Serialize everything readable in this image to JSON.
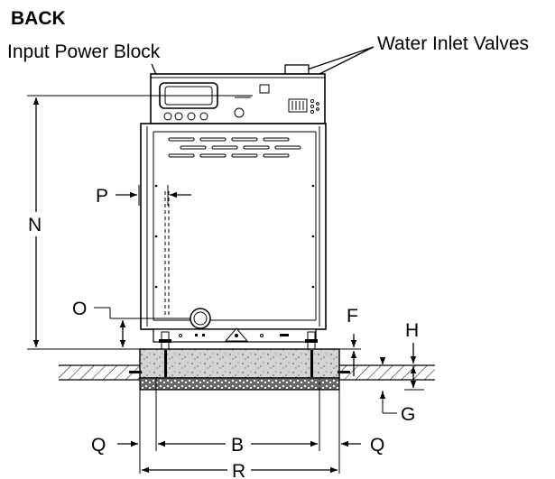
{
  "header": {
    "title": "BACK"
  },
  "callouts": {
    "input_power_block": "Input Power Block",
    "water_inlet_valves": "Water Inlet Valves"
  },
  "dimensions": {
    "N": "N",
    "O": "O",
    "P": "P",
    "F": "F",
    "H": "H",
    "G": "G",
    "Q_left": "Q",
    "Q_right": "Q",
    "B": "B",
    "R": "R"
  },
  "colors": {
    "line": "#000000",
    "base_fill": "#d4d4d4",
    "background": "#ffffff"
  }
}
